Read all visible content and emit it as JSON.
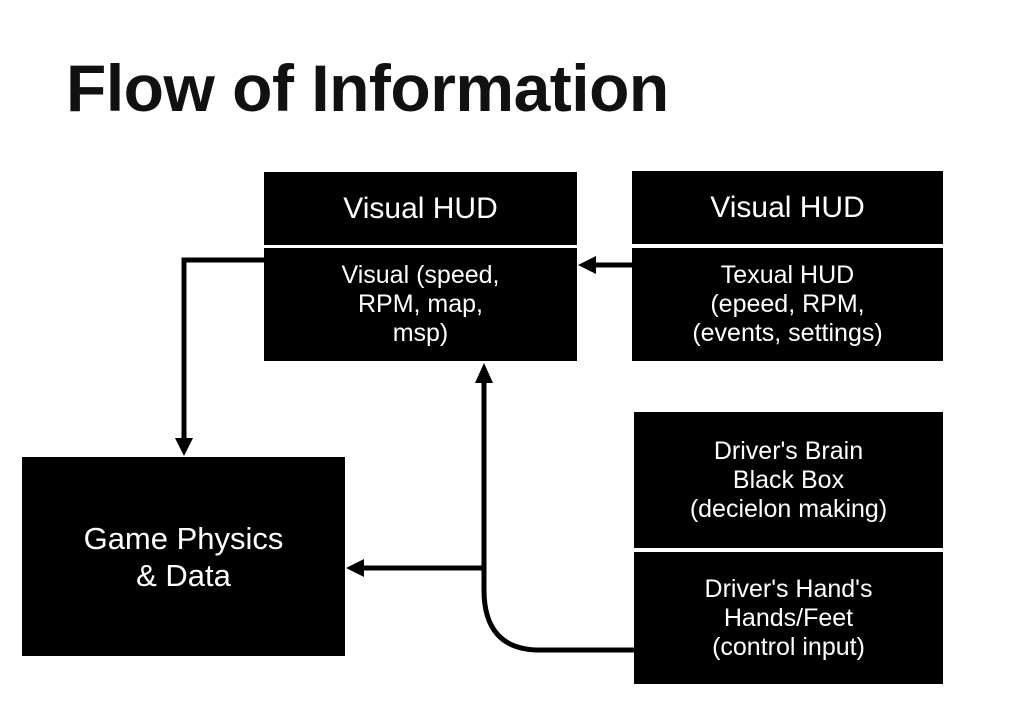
{
  "title": "Flow of Information",
  "nodes": {
    "visual_hud": {
      "header": "Visual HUD",
      "body": "Visual (speed,\nRPM, map,\nmsp)"
    },
    "textual_hud": {
      "header": "Visual HUD",
      "body": "Texual HUD\n(epeed, RPM,\n(events, settings)"
    },
    "drivers_brain": {
      "body": "Driver's Brain\nBlack Box\n(decielon making)"
    },
    "drivers_hands": {
      "body": "Driver's Hand's\nHands/Feet\n(control input)"
    },
    "game_physics": {
      "body": "Game Physics\n& Data"
    }
  },
  "colors": {
    "box_fill": "#000000",
    "box_text": "#ffffff",
    "title": "#111111",
    "arrow": "#000000"
  }
}
